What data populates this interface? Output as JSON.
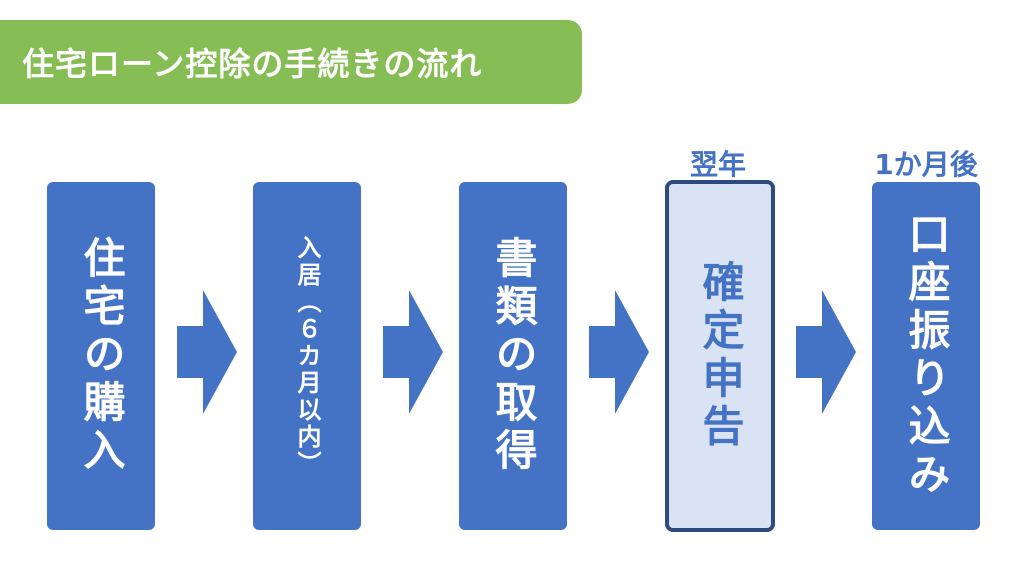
{
  "title": "住宅ローン控除の手続きの流れ",
  "steps": [
    {
      "label": "住宅の購入",
      "caption": ""
    },
    {
      "label": "入居（６カ月以内）",
      "caption": ""
    },
    {
      "label": "書類の取得",
      "caption": ""
    },
    {
      "label": "確定申告",
      "caption": "翌年"
    },
    {
      "label": "口座振り込み",
      "caption": "1か月後"
    }
  ],
  "colors": {
    "banner": "#86bd55",
    "step_fill": "#4472c4",
    "highlight_fill": "#dae3f3",
    "highlight_border": "#2f4a7e",
    "arrow": "#4472c4",
    "caption": "#4472c4"
  }
}
